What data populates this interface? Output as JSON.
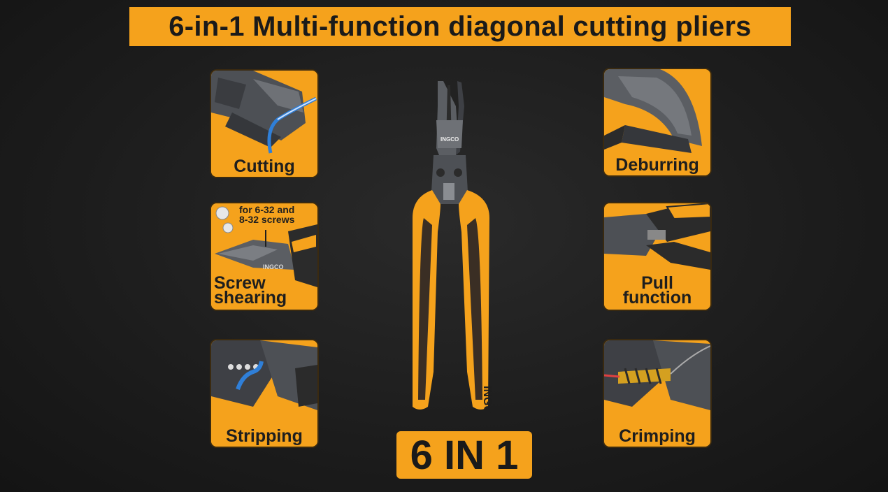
{
  "title": "6-in-1 Multi-function diagonal cutting pliers",
  "badge": "6 IN 1",
  "brand": "INGCO",
  "colors": {
    "accent": "#f5a21c",
    "background": "#1c1c1c",
    "metal": "#5b5e63",
    "wire": "#2f7fd8"
  },
  "features": [
    {
      "label": "Cutting"
    },
    {
      "label_line1": "Screw",
      "label_line2": "shearing",
      "note_line1": "for 6-32 and",
      "note_line2": "8-32 screws"
    },
    {
      "label": "Stripping"
    },
    {
      "label": "Deburring"
    },
    {
      "label_line1": "Pull",
      "label_line2": "function"
    },
    {
      "label": "Crimping"
    }
  ]
}
